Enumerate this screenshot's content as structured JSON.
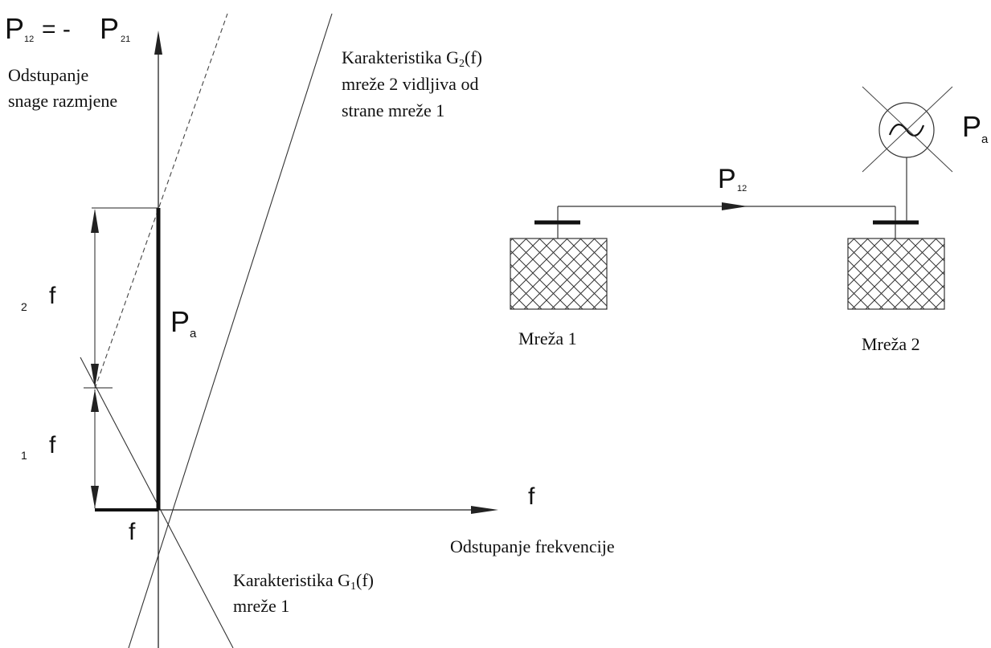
{
  "left_graph": {
    "y_axis_label": {
      "p": "P",
      "p_sub_12": "12",
      "equals": "= -",
      "p2": "P",
      "p2_sub_21": "21",
      "line1": "Odstupanje",
      "line2": "snage razmjene"
    },
    "x_axis_label": {
      "symbol": "f",
      "text": "Odstupanje frekvencije"
    },
    "g2_label": {
      "line1_prefix": "Karakteristika G",
      "line1_sub": "2",
      "line1_suffix": "(f)",
      "line2": "mreže 2 vidljiva od",
      "line3": "strane mreže 1"
    },
    "g1_label": {
      "line1_prefix": "Karakteristika G",
      "line1_sub": "1",
      "line1_suffix": "(f)",
      "line2": "mreže 1"
    },
    "pa_label": {
      "p": "P",
      "sub": "a"
    },
    "dim_2f": {
      "sub": "2",
      "f": "f"
    },
    "dim_1f": {
      "sub": "1",
      "f": "f"
    },
    "dim_f": "f"
  },
  "right_circuit": {
    "generator_label": {
      "p": "P",
      "sub": "a"
    },
    "flow_label": {
      "p": "P",
      "sub": "12"
    },
    "network1_label": "Mreža 1",
    "network2_label": "Mreža 2"
  }
}
